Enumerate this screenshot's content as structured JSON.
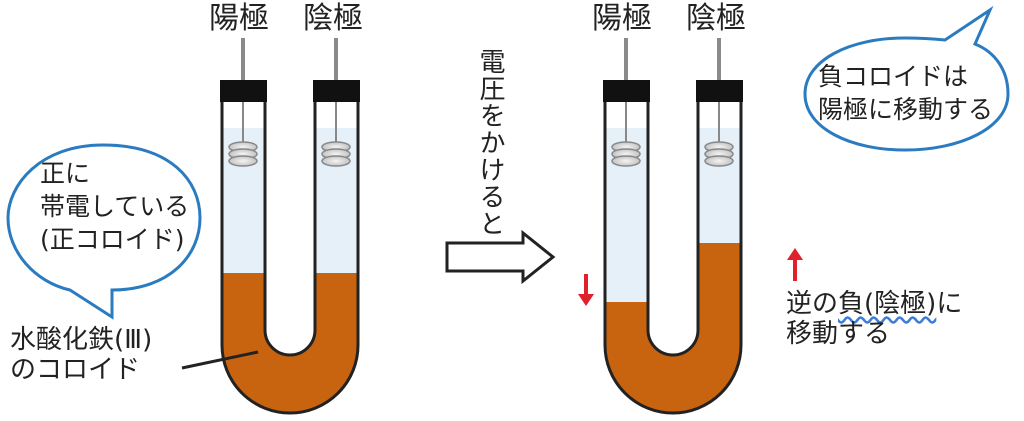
{
  "left": {
    "anode_label": "陽極",
    "cathode_label": "陰極",
    "bubble_lines": [
      "正に",
      "帯電している",
      "(正コロイド)"
    ],
    "colloid_label_lines": [
      "水酸化鉄(Ⅲ)",
      "のコロイド"
    ]
  },
  "middle": {
    "action_label": "電圧をかけると"
  },
  "right": {
    "anode_label": "陽極",
    "cathode_label": "陰極",
    "bubble_lines": [
      "負コロイドは",
      "陽極に移動する"
    ],
    "move_line1_prefix": "逆の",
    "move_line1_underlined": "負(陰極)",
    "move_line1_suffix": "に",
    "move_line2": "移動する"
  },
  "colors": {
    "colloid": "#c8640f",
    "water": "#e6f0f8",
    "outline": "#222222",
    "bubble_stroke": "#2b7bc0",
    "arrow_red": "#e0202a"
  }
}
